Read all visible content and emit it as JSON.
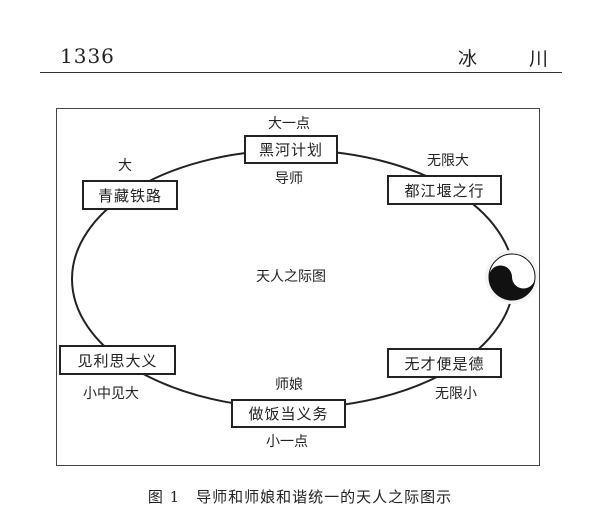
{
  "header": {
    "page_number": "1336",
    "journal": "冰 川"
  },
  "figure": {
    "center_title": "天人之际图",
    "boxes": {
      "top": "黑河计划",
      "upper_left": "青藏铁路",
      "upper_right": "都江堰之行",
      "lower_left": "见利思大义",
      "lower_right": "无才便是德",
      "bottom": "做饭当义务"
    },
    "labels": {
      "top_above": "大一点",
      "top_below": "导师",
      "upper_left": "大",
      "upper_right": "无限大",
      "lower_left": "小中见大",
      "lower_right": "无限小",
      "bottom_above": "师娘",
      "bottom_below": "小一点"
    },
    "symbol": "yin-yang"
  },
  "caption": "图 1　导师和师娘和谐统一的天人之际图示"
}
